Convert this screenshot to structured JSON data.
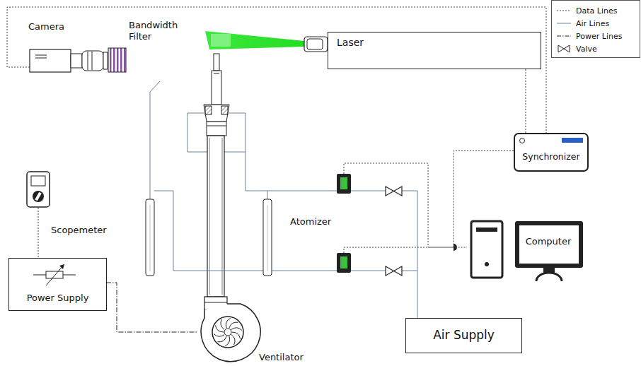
{
  "diagram": {
    "nodes": [
      {
        "text": [
          "Laser"
        ]
      },
      {
        "text": [
          "Synchronizer"
        ]
      },
      {
        "text": [
          "Computer"
        ]
      },
      {
        "text": [
          "Power Supply"
        ]
      },
      {
        "text": [
          "Air Supply"
        ]
      }
    ],
    "edges": [
      {
        "from": 0,
        "to": 1,
        "arrow": "none"
      },
      {
        "from": 1,
        "to": 2,
        "arrow": "none"
      }
    ],
    "labels": [
      "Camera",
      "Bandwidth Filter",
      "Atomizer",
      "Scopemeter",
      "Ventilator"
    ],
    "legend": [
      {
        "text": "Data Lines"
      },
      {
        "text": "Air Lines"
      },
      {
        "text": "Power Lines"
      },
      {
        "text": "Valve"
      }
    ]
  }
}
